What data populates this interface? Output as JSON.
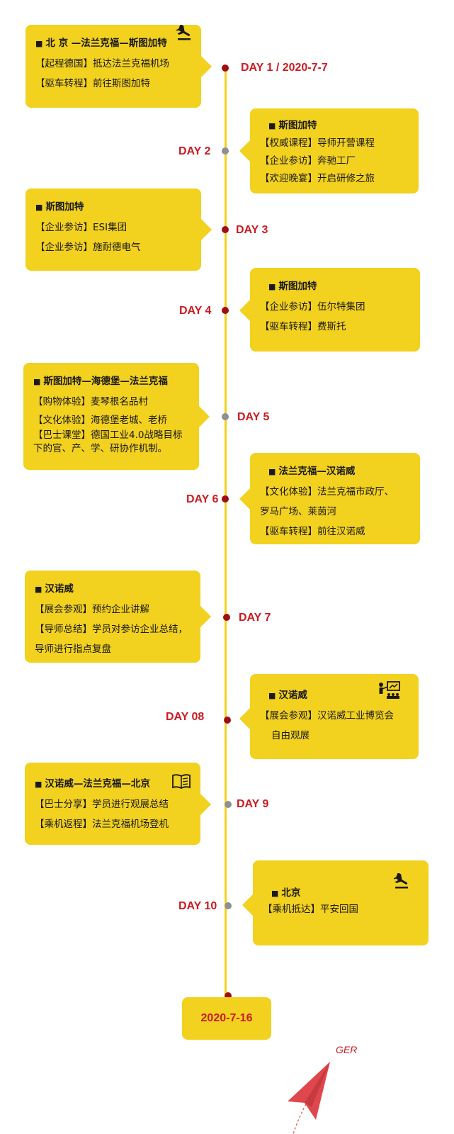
{
  "days": [
    {
      "label": "DAY 1 / 2020-7-7",
      "title": "北  京 —法兰克福—斯图加特",
      "lines": [
        "【起程德国】抵达法兰克福机场",
        "【驱车转程】前往斯图加特"
      ],
      "icon": "airplane-landing-icon"
    },
    {
      "label": "DAY 2",
      "title": "斯图加特",
      "lines": [
        "【权威课程】导师开营课程",
        "【企业参访】奔驰工厂",
        "【欢迎晚宴】开启研修之旅"
      ]
    },
    {
      "label": "DAY 3",
      "title": "斯图加特",
      "lines": [
        "【企业参访】ESI集团",
        "【企业参访】施耐德电气"
      ]
    },
    {
      "label": "DAY 4",
      "title": "斯图加特",
      "lines": [
        "【企业参访】伍尔特集团",
        "【驱车转程】费斯托"
      ]
    },
    {
      "label": "DAY 5",
      "title": "斯图加特—海德堡—法兰克福",
      "lines": [
        "【购物体验】麦琴根名品村",
        "【文化体验】海德堡老城、老桥",
        "【巴士课堂】德国工业4.0战略目标下的官、产、学、研协作机制。"
      ]
    },
    {
      "label": "DAY 6",
      "title": "法兰克福—汉诺威",
      "lines": [
        "【文化体验】法兰克福市政厅、",
        "罗马广场、莱茵河",
        "【驱车转程】前往汉诺威"
      ]
    },
    {
      "label": "DAY 7",
      "title": "汉诺威",
      "lines": [
        "【展会参观】预约企业讲解",
        "【导师总结】学员对参访企业总结，",
        "导师进行指点复盘"
      ]
    },
    {
      "label": "DAY 08",
      "title": "汉诺威",
      "lines": [
        "【展会参观】汉诺威工业博览会",
        "自由观展"
      ],
      "icon": "presentation-icon"
    },
    {
      "label": "DAY 9",
      "title": "汉诺威—法兰克福—北京",
      "lines": [
        "【巴士分享】学员进行观展总结",
        "【乘机返程】法兰克福机场登机"
      ],
      "icon": "book-icon"
    },
    {
      "label": "DAY 10",
      "title": "北京",
      "lines": [
        "【乘机抵达】平安回国"
      ],
      "icon": "airplane-landing-icon"
    }
  ],
  "end_date": "2020-7-16",
  "footer_text": "GER",
  "colors": {
    "card": "#f2d11f",
    "accent_red": "#cc1b22",
    "dot_red": "#a00d12",
    "dot_gray": "#8f8f8f"
  }
}
